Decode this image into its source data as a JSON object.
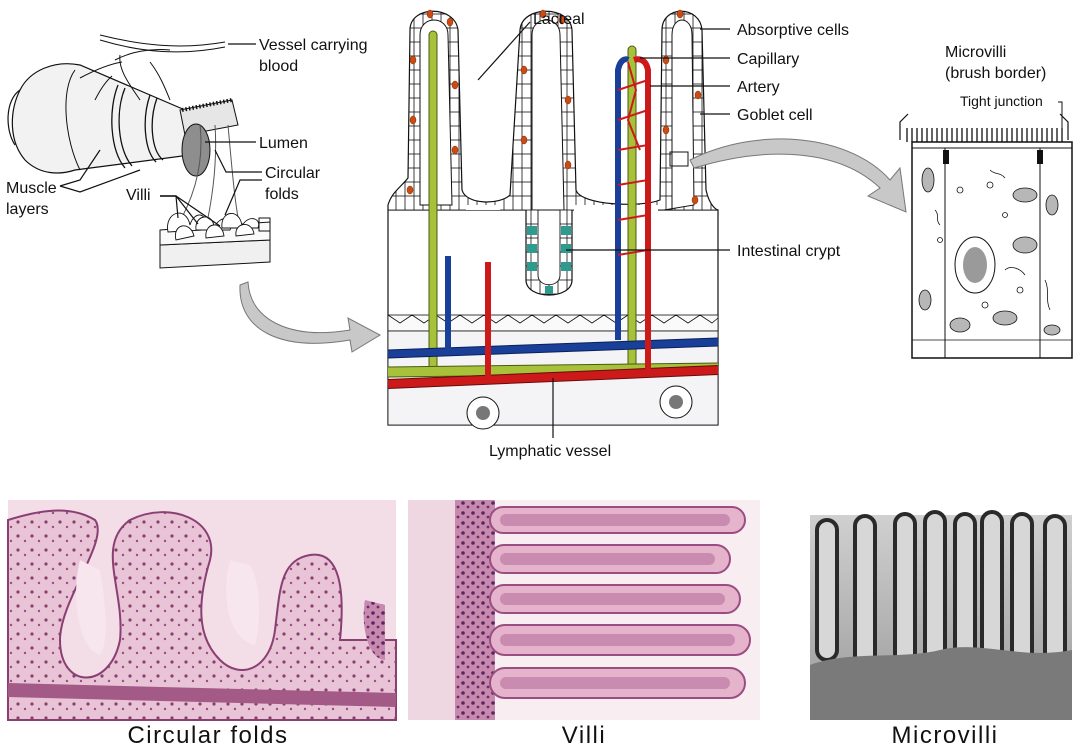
{
  "labels": {
    "vessel": [
      "Vessel carrying",
      "blood"
    ],
    "lumen": "Lumen",
    "circular_folds": [
      "Circular",
      "folds"
    ],
    "muscle_layers": [
      "Muscle",
      "layers"
    ],
    "villi": "Villi",
    "lacteal": "Lacteal",
    "absorptive_cells": "Absorptive cells",
    "capillary": "Capillary",
    "artery": "Artery",
    "goblet_cell": "Goblet cell",
    "intestinal_crypt": "Intestinal crypt",
    "lymphatic_vessel": "Lymphatic vessel",
    "microvilli_brush": [
      "Microvilli",
      "(brush border)"
    ],
    "tight_junction": "Tight junction"
  },
  "captions": {
    "circular_folds": "Circular folds",
    "villi": "Villi",
    "microvilli": "Microvilli"
  },
  "colors": {
    "lacteal": "#a7c23a",
    "artery": "#cc1a1a",
    "vein": "#1a3f99",
    "goblet": "#cc4b12",
    "crypt": "#2f9a8e",
    "histology_bg": "#f3dde6",
    "histology_tissue": "#a35a86",
    "em_bg": "#d8d8d8",
    "em_dark": "#222222"
  }
}
